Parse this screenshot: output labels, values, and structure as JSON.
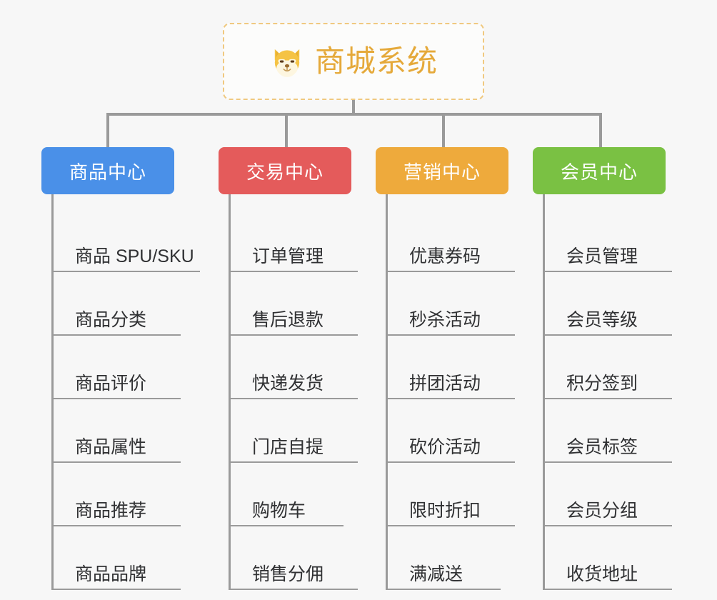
{
  "page": {
    "background_color": "#f7f7f7",
    "connector_color": "#9a9a9a"
  },
  "root": {
    "title": "商城系统",
    "icon": "shiba-dog-emoji",
    "border_color": "#f0c980",
    "text_color": "#e5a93a"
  },
  "columns": [
    {
      "id": "product-center",
      "label": "商品中心",
      "color": "#4a90e8",
      "items": [
        {
          "label": "商品 SPU/SKU",
          "width_class": "leaf-w1"
        },
        {
          "label": "商品分类",
          "width_class": "leaf-w2"
        },
        {
          "label": "商品评价",
          "width_class": "leaf-w2"
        },
        {
          "label": "商品属性",
          "width_class": "leaf-w2"
        },
        {
          "label": "商品推荐",
          "width_class": "leaf-w2"
        },
        {
          "label": "商品品牌",
          "width_class": "leaf-w2"
        }
      ]
    },
    {
      "id": "trade-center",
      "label": "交易中心",
      "color": "#e45b5b",
      "items": [
        {
          "label": "订单管理",
          "width_class": "leaf-w2"
        },
        {
          "label": "售后退款",
          "width_class": "leaf-w2"
        },
        {
          "label": "快递发货",
          "width_class": "leaf-w2"
        },
        {
          "label": "门店自提",
          "width_class": "leaf-w2"
        },
        {
          "label": "购物车",
          "width_class": "leaf-w3"
        },
        {
          "label": "销售分佣",
          "width_class": "leaf-w2"
        }
      ]
    },
    {
      "id": "marketing-center",
      "label": "营销中心",
      "color": "#eeaa3c",
      "items": [
        {
          "label": "优惠券码",
          "width_class": "leaf-w2"
        },
        {
          "label": "秒杀活动",
          "width_class": "leaf-w2"
        },
        {
          "label": "拼团活动",
          "width_class": "leaf-w2"
        },
        {
          "label": "砍价活动",
          "width_class": "leaf-w2"
        },
        {
          "label": "限时折扣",
          "width_class": "leaf-w2"
        },
        {
          "label": "满减送",
          "width_class": "leaf-w3"
        }
      ]
    },
    {
      "id": "member-center",
      "label": "会员中心",
      "color": "#7ac143",
      "items": [
        {
          "label": "会员管理",
          "width_class": "leaf-w2"
        },
        {
          "label": "会员等级",
          "width_class": "leaf-w2"
        },
        {
          "label": "积分签到",
          "width_class": "leaf-w2"
        },
        {
          "label": "会员标签",
          "width_class": "leaf-w2"
        },
        {
          "label": "会员分组",
          "width_class": "leaf-w2"
        },
        {
          "label": "收货地址",
          "width_class": "leaf-w2"
        }
      ]
    }
  ]
}
